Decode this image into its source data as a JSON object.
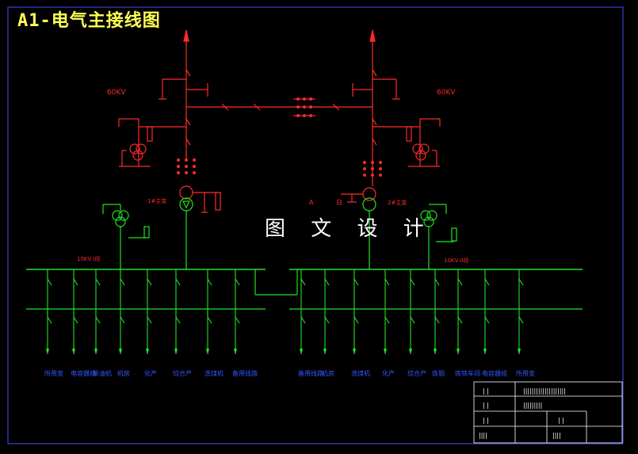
{
  "title": "A1-电气主接线图",
  "watermark": "图 文 设 计",
  "colors": {
    "hv": "#ff2a2a",
    "lv": "#22e322",
    "label": "#3355ff",
    "bus": "#22e322",
    "frame": "#4d4dff",
    "tableText": "#ffffff"
  },
  "labels": {
    "hv_left": "60KV",
    "hv_right": "60KV",
    "tr1": "1#主变",
    "tr2": "2#主变",
    "bus1": "10KV I段",
    "bus2": "10KV II段",
    "small_left": "A",
    "small_right": "白"
  },
  "feeders": [
    "所用变",
    "电容器组",
    "柴油机",
    "机房",
    "化产",
    "综合产",
    "洗煤机",
    "备用线路",
    "备用线路",
    "机房",
    "洗煤机",
    "化产",
    "综合产",
    "炼钢",
    "炼铁车间",
    "电容器组",
    "所用变"
  ],
  "titleblock": {
    "r1c1": "| |",
    "r1c2": "||||||||||||||||||||",
    "r2c1": "| |",
    "r2c2": "|||||||||",
    "r3c1": "| |",
    "r3c2": "| |",
    "r4c1": "||||",
    "r4c2": "||||"
  }
}
